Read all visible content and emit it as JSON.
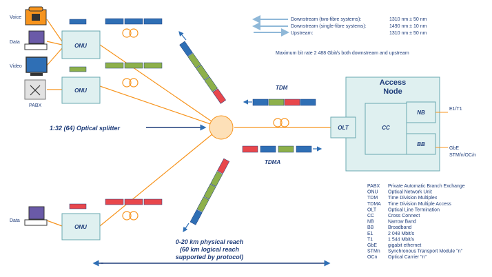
{
  "devices": {
    "voice": "Voice",
    "data_top": "Data",
    "video": "Video",
    "pabx": "PABX",
    "data_bottom": "Data"
  },
  "onu_label": "ONU",
  "splitter_label": "1:32 (64) Optical splitter",
  "tdm_label": "TDM",
  "tdma_label": "TDMA",
  "reach": {
    "line1": "0-20 km physical reach",
    "line2": "(60 km logical reach",
    "line3": "supported by protocol)"
  },
  "access_node": {
    "title1": "Access",
    "title2": "Node",
    "olt": "OLT",
    "cc": "CC",
    "nb": "NB",
    "bb": "BB",
    "nb_out": "E1/T1",
    "bb_out1": "GbE",
    "bb_out2": "STM/n/OC/n"
  },
  "wavelengths": [
    {
      "label": "Downstream (two-fibre systems):",
      "value": "1310 nm  ±  50 nm"
    },
    {
      "label": "Downstream (single-fibre systems):",
      "value": "1490 nm  ±  10 nm"
    },
    {
      "label": "Upstream:",
      "value": "1310 nm  ±  50 nm"
    }
  ],
  "bitrate_note": "Maximum bit rate 2 488 Gbit/s both downstream and upstream",
  "legend": [
    {
      "abbr": "PABX",
      "desc": "Private Automatic Branch Exchange"
    },
    {
      "abbr": "ONU",
      "desc": "Optical Network Unit"
    },
    {
      "abbr": "TDM",
      "desc": "Time Division Multiplex"
    },
    {
      "abbr": "TDMA",
      "desc": "Time Division Multiple Access"
    },
    {
      "abbr": "OLT",
      "desc": "Optical Line Termination"
    },
    {
      "abbr": "CC",
      "desc": "Cross Connect"
    },
    {
      "abbr": "NB",
      "desc": "Narrow Band"
    },
    {
      "abbr": "BB",
      "desc": "Broadband"
    },
    {
      "abbr": "E1",
      "desc": "2 048 Mbit/s"
    },
    {
      "abbr": "T1",
      "desc": "1 544 Mbit/s"
    },
    {
      "abbr": "GbE",
      "desc": "gigabit ethernet"
    },
    {
      "abbr": "STMn",
      "desc": "Synchronous Transport Module \"n\""
    },
    {
      "abbr": "OCn",
      "desc": "Optical Carrier \"n\""
    }
  ],
  "colors": {
    "box_fill": "#dff0f0",
    "box_stroke": "#6aa8b0",
    "fiber": "#f7941d",
    "text": "#1f3d7a",
    "blue": "#2f6fb5",
    "green": "#8db04a",
    "red": "#e8474c",
    "splitter": "#fde0b8"
  }
}
